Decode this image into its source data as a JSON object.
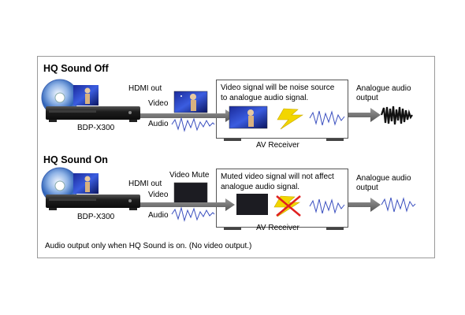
{
  "sections": [
    {
      "title": "HQ Sound Off",
      "player_model": "BDP-X300",
      "hdmi_label": "HDMI out",
      "video_label": "Video",
      "audio_label": "Audio",
      "receiver_message_line1": "Video signal will be noise source",
      "receiver_message_line2": "to analogue audio signal.",
      "receiver_label": "AV Receiver",
      "output_label_line1": "Analogue audio",
      "output_label_line2": "output"
    },
    {
      "title": "HQ Sound On",
      "player_model": "BDP-X300",
      "hdmi_label": "HDMI out",
      "video_mute_label": "Video Mute",
      "video_label": "Video",
      "audio_label": "Audio",
      "receiver_message_line1": "Muted video signal will not affect",
      "receiver_message_line2": "analogue audio signal.",
      "receiver_label": "AV Receiver",
      "output_label_line1": "Analogue audio",
      "output_label_line2": "output"
    }
  ],
  "footnote": "Audio output only when HQ Sound is on. (No video output.)",
  "colors": {
    "arrow": "#6e6e6e",
    "wave": "#3a4fbf",
    "bolt": "#f2d600",
    "cross": "#e02020",
    "screen": "#1c1c22"
  }
}
